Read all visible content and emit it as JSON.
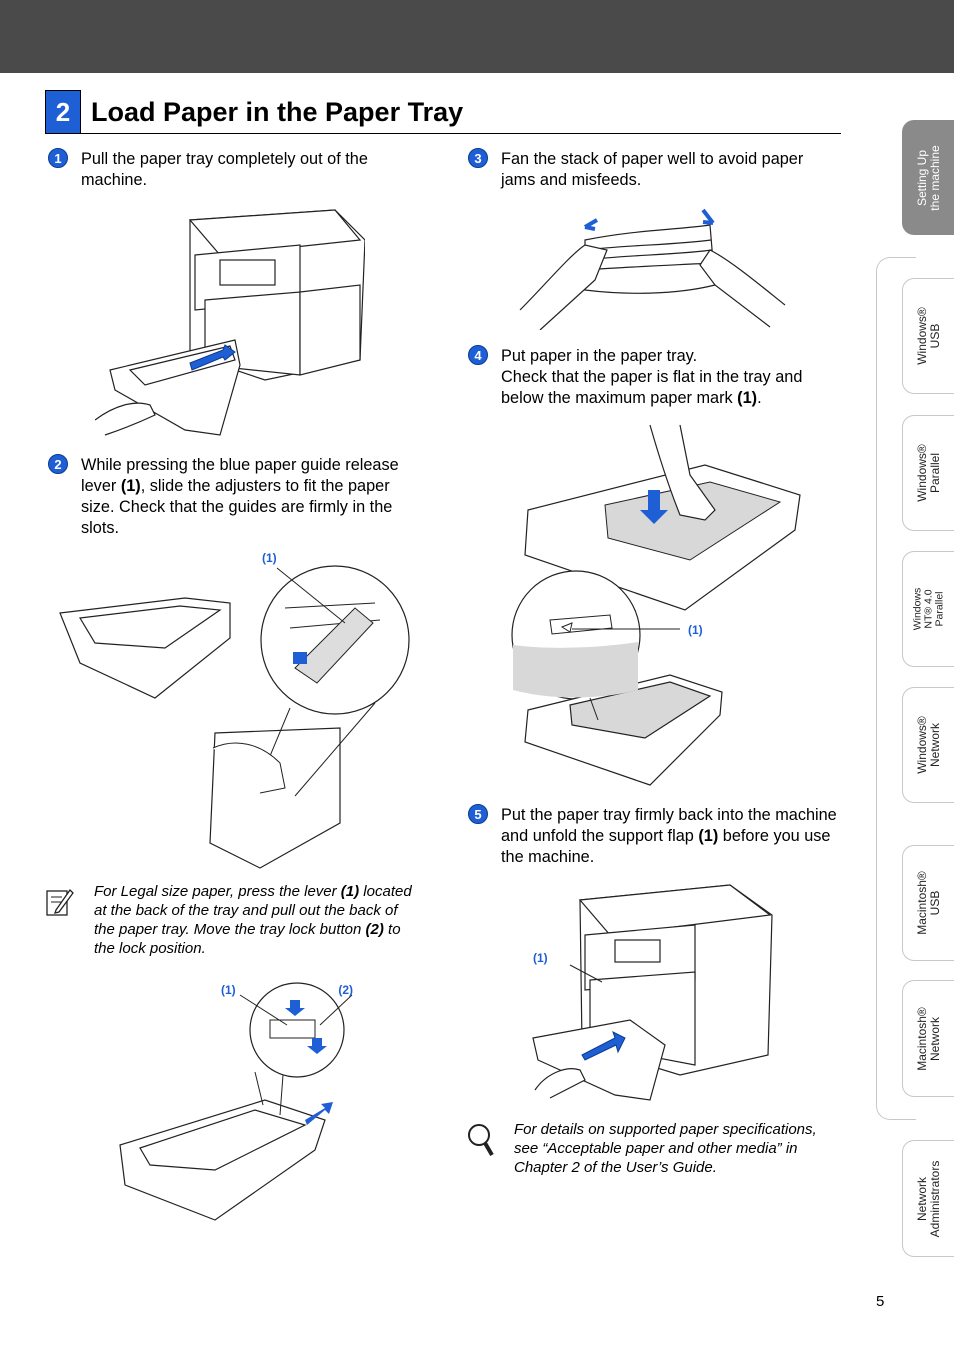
{
  "section": {
    "number": "2",
    "title": "Load Paper in the Paper Tray"
  },
  "steps": [
    {
      "num": "1",
      "text": "Pull the paper tray completely out of the machine."
    },
    {
      "num": "2",
      "parts": [
        "While pressing the blue paper guide release lever ",
        "(1)",
        ", slide the adjusters to fit the paper size. Check that the guides are firmly in the slots."
      ]
    },
    {
      "num": "3",
      "text": "Fan the stack of paper well to avoid paper jams and misfeeds."
    },
    {
      "num": "4",
      "line1": "Put paper in the paper tray.",
      "parts": [
        "Check that the paper is flat in the tray and below the maximum paper mark ",
        "(1)",
        "."
      ]
    },
    {
      "num": "5",
      "parts": [
        "Put the paper tray firmly back into the machine and unfold the support flap ",
        "(1)",
        " before you use the machine."
      ]
    }
  ],
  "notes": {
    "legal": {
      "parts": [
        "For Legal size paper, press the lever ",
        "(1)",
        " located at the back of the tray and pull out the back of the paper tray. Move the tray lock button ",
        "(2)",
        " to the lock position."
      ],
      "icon": "pencil-note-icon"
    },
    "details": {
      "text": "For details on supported paper specifications, see “Acceptable paper and other media” in Chapter 2 of the User’s Guide.",
      "icon": "magnifier-icon"
    }
  },
  "callouts": {
    "one": "(1)",
    "two": "(2)"
  },
  "sidebar": {
    "tabs": [
      {
        "l1": "Setting Up",
        "l2": "the machine",
        "active": true
      },
      {
        "l1": "Windows®",
        "l2": "USB"
      },
      {
        "l1": "Windows®",
        "l2": "Parallel"
      },
      {
        "l1": "Windows",
        "l2": "NT® 4.0",
        "l3": "Parallel"
      },
      {
        "l1": "Windows®",
        "l2": "Network"
      },
      {
        "l1": "Macintosh®",
        "l2": "USB"
      },
      {
        "l1": "Macintosh®",
        "l2": "Network"
      },
      {
        "l1": "Network",
        "l2": "Administrators"
      }
    ]
  },
  "page_number": "5",
  "colors": {
    "accent": "#1f5fd6",
    "header": "#4a4a4a",
    "active_tab": "#8a8a8a"
  }
}
